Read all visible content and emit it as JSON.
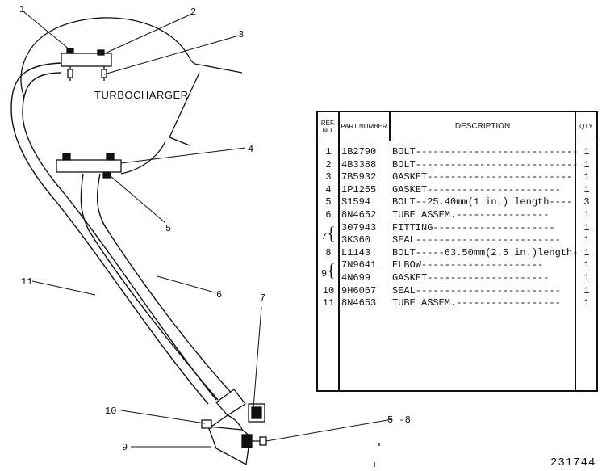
{
  "diagram": {
    "turbo_label": "TURBOCHARGER",
    "callouts": [
      "1",
      "2",
      "3",
      "4",
      "5",
      "11",
      "6",
      "7",
      "10",
      "5 -8",
      "9"
    ],
    "figure_number": "231744"
  },
  "table": {
    "headers": {
      "ref": "REF. NO.",
      "part": "PART NUMBER",
      "description": "DESCRIPTION",
      "qty": "QTY."
    },
    "rows": [
      {
        "ref": "1",
        "part": "1B2790",
        "desc": "BOLT----------------------------",
        "qty": "1"
      },
      {
        "ref": "2",
        "part": "4B3388",
        "desc": "BOLT----------------------------",
        "qty": "1"
      },
      {
        "ref": "3",
        "part": "7B5932",
        "desc": "GASKET-------------------------",
        "qty": "1"
      },
      {
        "ref": "4",
        "part": "1P1255",
        "desc": "GASKET-----------------------",
        "qty": "1"
      },
      {
        "ref": "5",
        "part": "S1594",
        "desc": "BOLT--25.40mm(1 in.) length----",
        "qty": "3"
      },
      {
        "ref": "6",
        "part": "8N4652",
        "desc": "TUBE ASSEM.----------------",
        "qty": "1"
      },
      {
        "ref": "",
        "part": "307943",
        "desc": "FITTING---------------------",
        "qty": "1"
      },
      {
        "ref": "",
        "part": "3K360",
        "desc": "SEAL-------------------------",
        "qty": "1"
      },
      {
        "ref": "8",
        "part": "L1143",
        "desc": "BOLT-----63.50mm(2.5 in.)length-",
        "qty": "1"
      },
      {
        "ref": "",
        "part": "7N9641",
        "desc": "ELBOW---------------------",
        "qty": "1"
      },
      {
        "ref": "",
        "part": "4N699",
        "desc": "GASKET---------------------",
        "qty": "1"
      },
      {
        "ref": "10",
        "part": "9H6067",
        "desc": "SEAL-------------------------",
        "qty": "1"
      },
      {
        "ref": "11",
        "part": "8N4653",
        "desc": "TUBE ASSEM.------------------",
        "qty": "1"
      }
    ],
    "brace_refs": [
      "7",
      "9"
    ]
  }
}
